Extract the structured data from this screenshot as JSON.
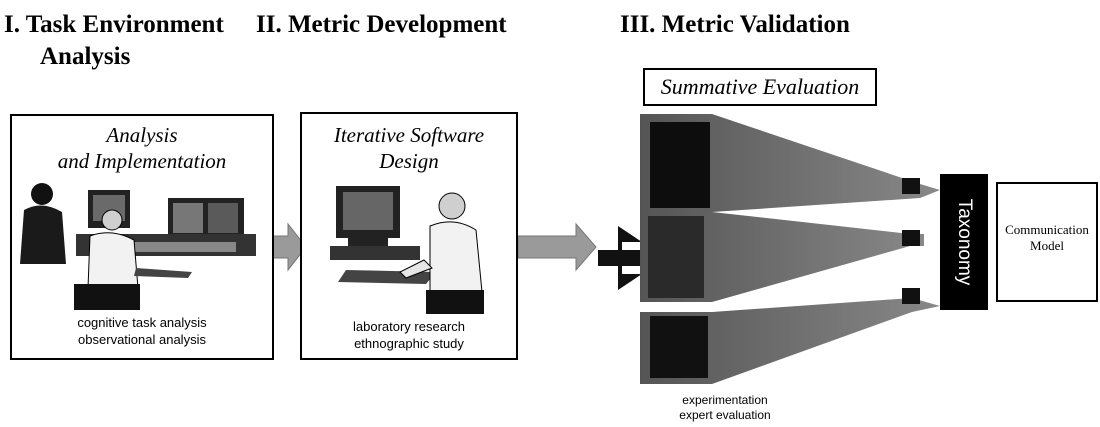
{
  "headings": {
    "phase1_line1": "I. Task Environment",
    "phase1_line2": "Analysis",
    "phase2": "II. Metric Development",
    "phase3": "III. Metric Validation"
  },
  "panel1": {
    "title_line1": "Analysis",
    "title_line2": "and Implementation",
    "caption_line1": "cognitive task analysis",
    "caption_line2": "observational analysis"
  },
  "panel2": {
    "title_line1": "Iterative Software",
    "title_line2": "Design",
    "caption_line1": "laboratory research",
    "caption_line2": "ethnographic study"
  },
  "validation": {
    "summative_label": "Summative Evaluation",
    "caption_line1": "experimentation",
    "caption_line2": "expert evaluation"
  },
  "taxonomy_label": "Taxonomy",
  "model": {
    "line1": "Communication",
    "line2": "Model"
  },
  "colors": {
    "arrow_gray": "#9a9a9a",
    "box_dark": "#111111",
    "border": "#000000"
  },
  "icons": [
    "workstation-scene-illustration",
    "software-design-illustration",
    "split-arrow-icon"
  ]
}
